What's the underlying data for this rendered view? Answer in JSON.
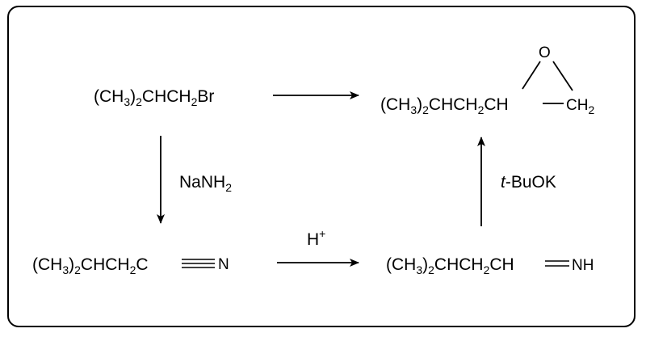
{
  "start": {
    "p1": "(CH",
    "s1": "3",
    "p2": ")",
    "s2": "2",
    "p3": "CHCH",
    "s3": "2",
    "p4": "Br"
  },
  "epoxide": {
    "p1": "(CH",
    "s1": "3",
    "p2": ")",
    "s2": "2",
    "p3": "CHCH",
    "s3": "2",
    "p4": "CH",
    "ring_o": "O",
    "ch2": "CH",
    "ch2_sub": "2"
  },
  "nitrile": {
    "p1": "(CH",
    "s1": "3",
    "p2": ")",
    "s2": "2",
    "p3": "CHCH",
    "s3": "2",
    "p4": "C",
    "n": "N"
  },
  "imine": {
    "p1": "(CH",
    "s1": "3",
    "p2": ")",
    "s2": "2",
    "p3": "CHCH",
    "s3": "2",
    "p4": "CH",
    "nh": "NH"
  },
  "reagents": {
    "nanh2_main": "NaNH",
    "nanh2_sub": "2",
    "acid_main": "H",
    "acid_sup": "+",
    "tbuok_prefix": "t",
    "tbuok_rest": "-BuOK"
  }
}
